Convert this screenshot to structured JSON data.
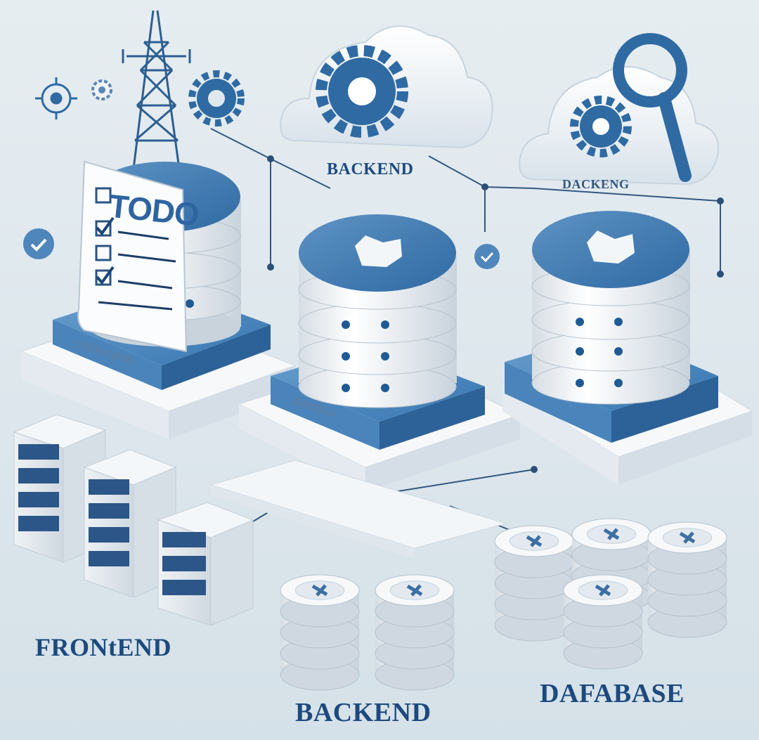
{
  "labels": {
    "top_backend": "BACKEND",
    "top_backend_2": "DACKENG",
    "frontend": "FRONtEND",
    "backend": "BACKEND",
    "database": "DAFABASE"
  },
  "plate_labels": {
    "frontend_plate": "FRONTEND",
    "backend_plate": "DACEBA"
  },
  "todo": {
    "title": "TODO"
  },
  "colors": {
    "background": "#dfe8ee",
    "accent_blue": "#3d7bb3",
    "dark_blue": "#1d4a7e",
    "light_plate": "#f4f7fa",
    "disk_white": "#f3f5f7"
  },
  "icons": [
    "cloud-gear-icon",
    "cloud-search-icon",
    "radio-tower-icon",
    "gear-icon",
    "target-icon",
    "checkmark-icon",
    "checklist-icon",
    "server-rack-icon",
    "database-stack-icon"
  ]
}
